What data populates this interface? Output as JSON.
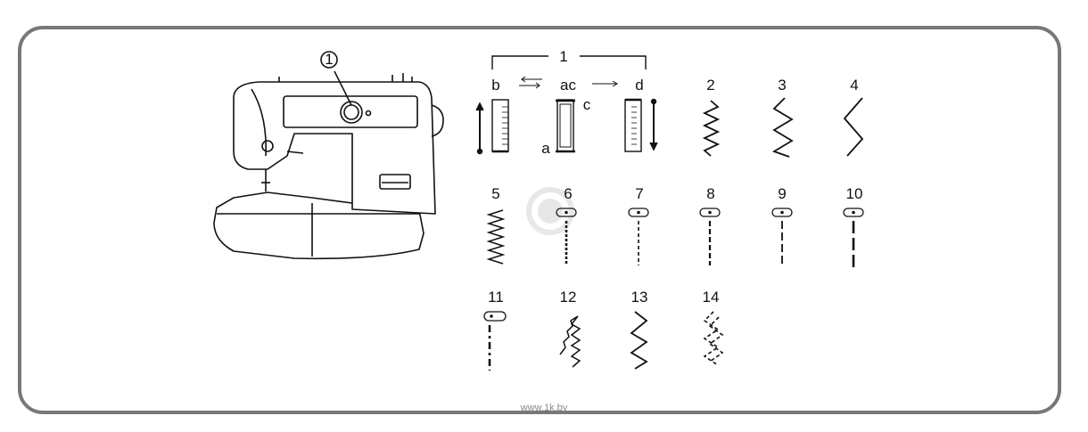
{
  "callouts": {
    "machine_label": "1",
    "group_label": "1"
  },
  "modes": {
    "b": "b",
    "ac": "ac",
    "d": "d",
    "a": "a",
    "c": "c"
  },
  "stitches": [
    {
      "id": "2",
      "label": "2"
    },
    {
      "id": "3",
      "label": "3"
    },
    {
      "id": "4",
      "label": "4"
    },
    {
      "id": "5",
      "label": "5"
    },
    {
      "id": "6",
      "label": "6"
    },
    {
      "id": "7",
      "label": "7"
    },
    {
      "id": "8",
      "label": "8"
    },
    {
      "id": "9",
      "label": "9"
    },
    {
      "id": "10",
      "label": "10"
    },
    {
      "id": "11",
      "label": "11"
    },
    {
      "id": "12",
      "label": "12"
    },
    {
      "id": "13",
      "label": "13"
    },
    {
      "id": "14",
      "label": "14"
    }
  ],
  "watermark": "www.1k.by",
  "colors": {
    "border": "#777777",
    "ink": "#111111",
    "watermark": "#888888"
  }
}
